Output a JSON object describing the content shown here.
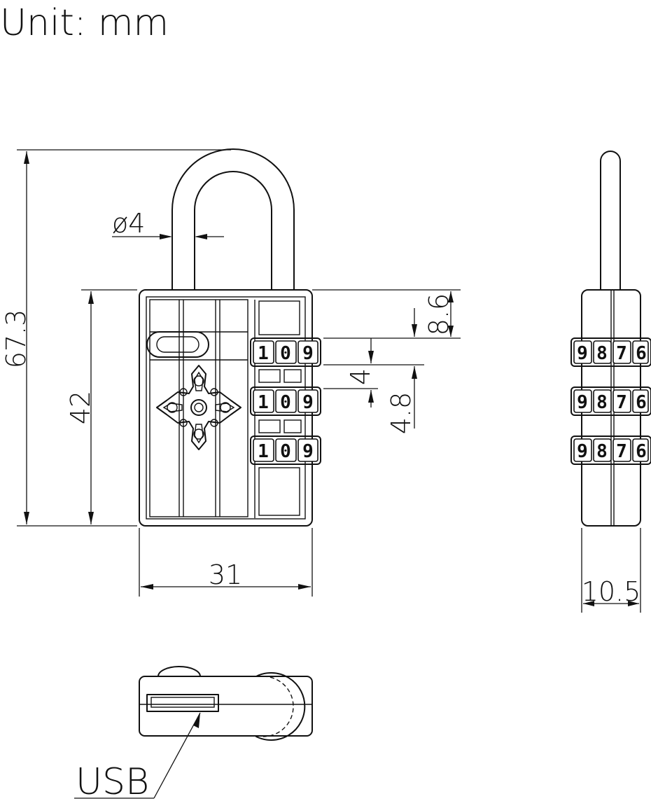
{
  "unit_label": "Unit:  mm",
  "dimensions": {
    "total_height": "67.3",
    "body_height": "42",
    "shackle_diameter": "ø4",
    "top_to_dial": "8.6",
    "dial_height": "4",
    "dial_pitch": "4.8",
    "body_width": "31",
    "side_thickness": "10.5"
  },
  "usb_label": "USB",
  "front_dial_digits": [
    "1",
    "0",
    "9"
  ],
  "side_dial_digits": [
    "9",
    "8",
    "7",
    "6"
  ]
}
